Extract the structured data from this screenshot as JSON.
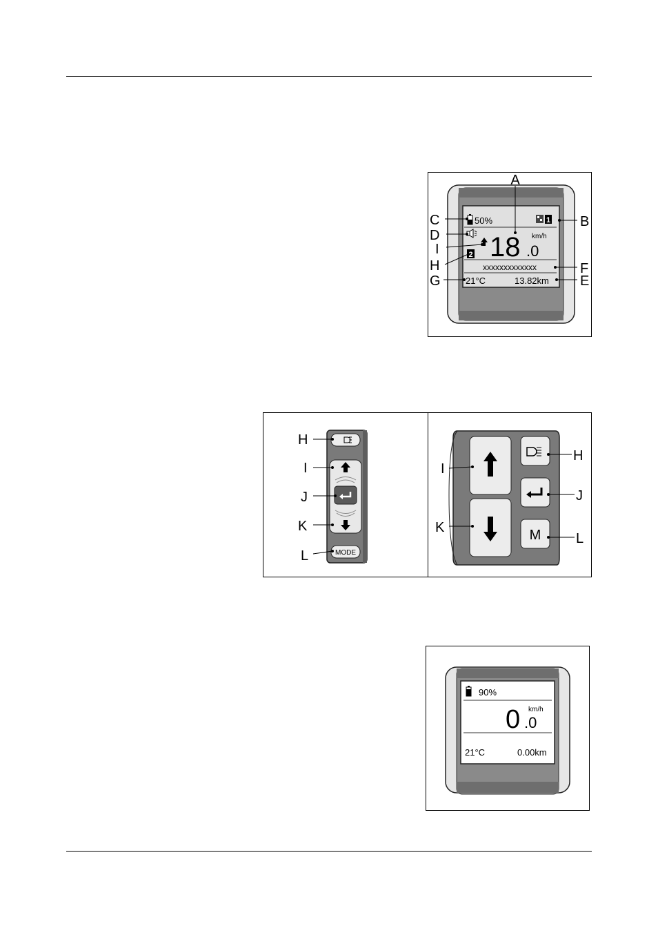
{
  "figure1": {
    "callouts": {
      "A": "A",
      "B": "B",
      "C": "C",
      "D": "D",
      "I": "I",
      "H": "H",
      "G": "G",
      "F": "F",
      "E": "E"
    },
    "display": {
      "battery": "50%",
      "speed_int": "18",
      "speed_dec": ".0",
      "speed_unit": "km/h",
      "assist_level": "2",
      "message": "xxxxxxxxxxxxx",
      "temperature": "21°C",
      "distance": "13.82km",
      "mode_digit": "1"
    }
  },
  "figure2": {
    "left": {
      "callouts": {
        "H": "H",
        "I": "I",
        "J": "J",
        "K": "K",
        "L": "L"
      },
      "mode_label": "MODE"
    },
    "right": {
      "callouts": {
        "I": "I",
        "K": "K",
        "H": "H",
        "J": "J",
        "L": "L"
      },
      "m_label": "M"
    }
  },
  "figure3": {
    "display": {
      "battery": "90%",
      "speed_int": "0",
      "speed_dec": ".0",
      "speed_unit": "km/h",
      "temperature": "21°C",
      "distance": "0.00km"
    }
  }
}
